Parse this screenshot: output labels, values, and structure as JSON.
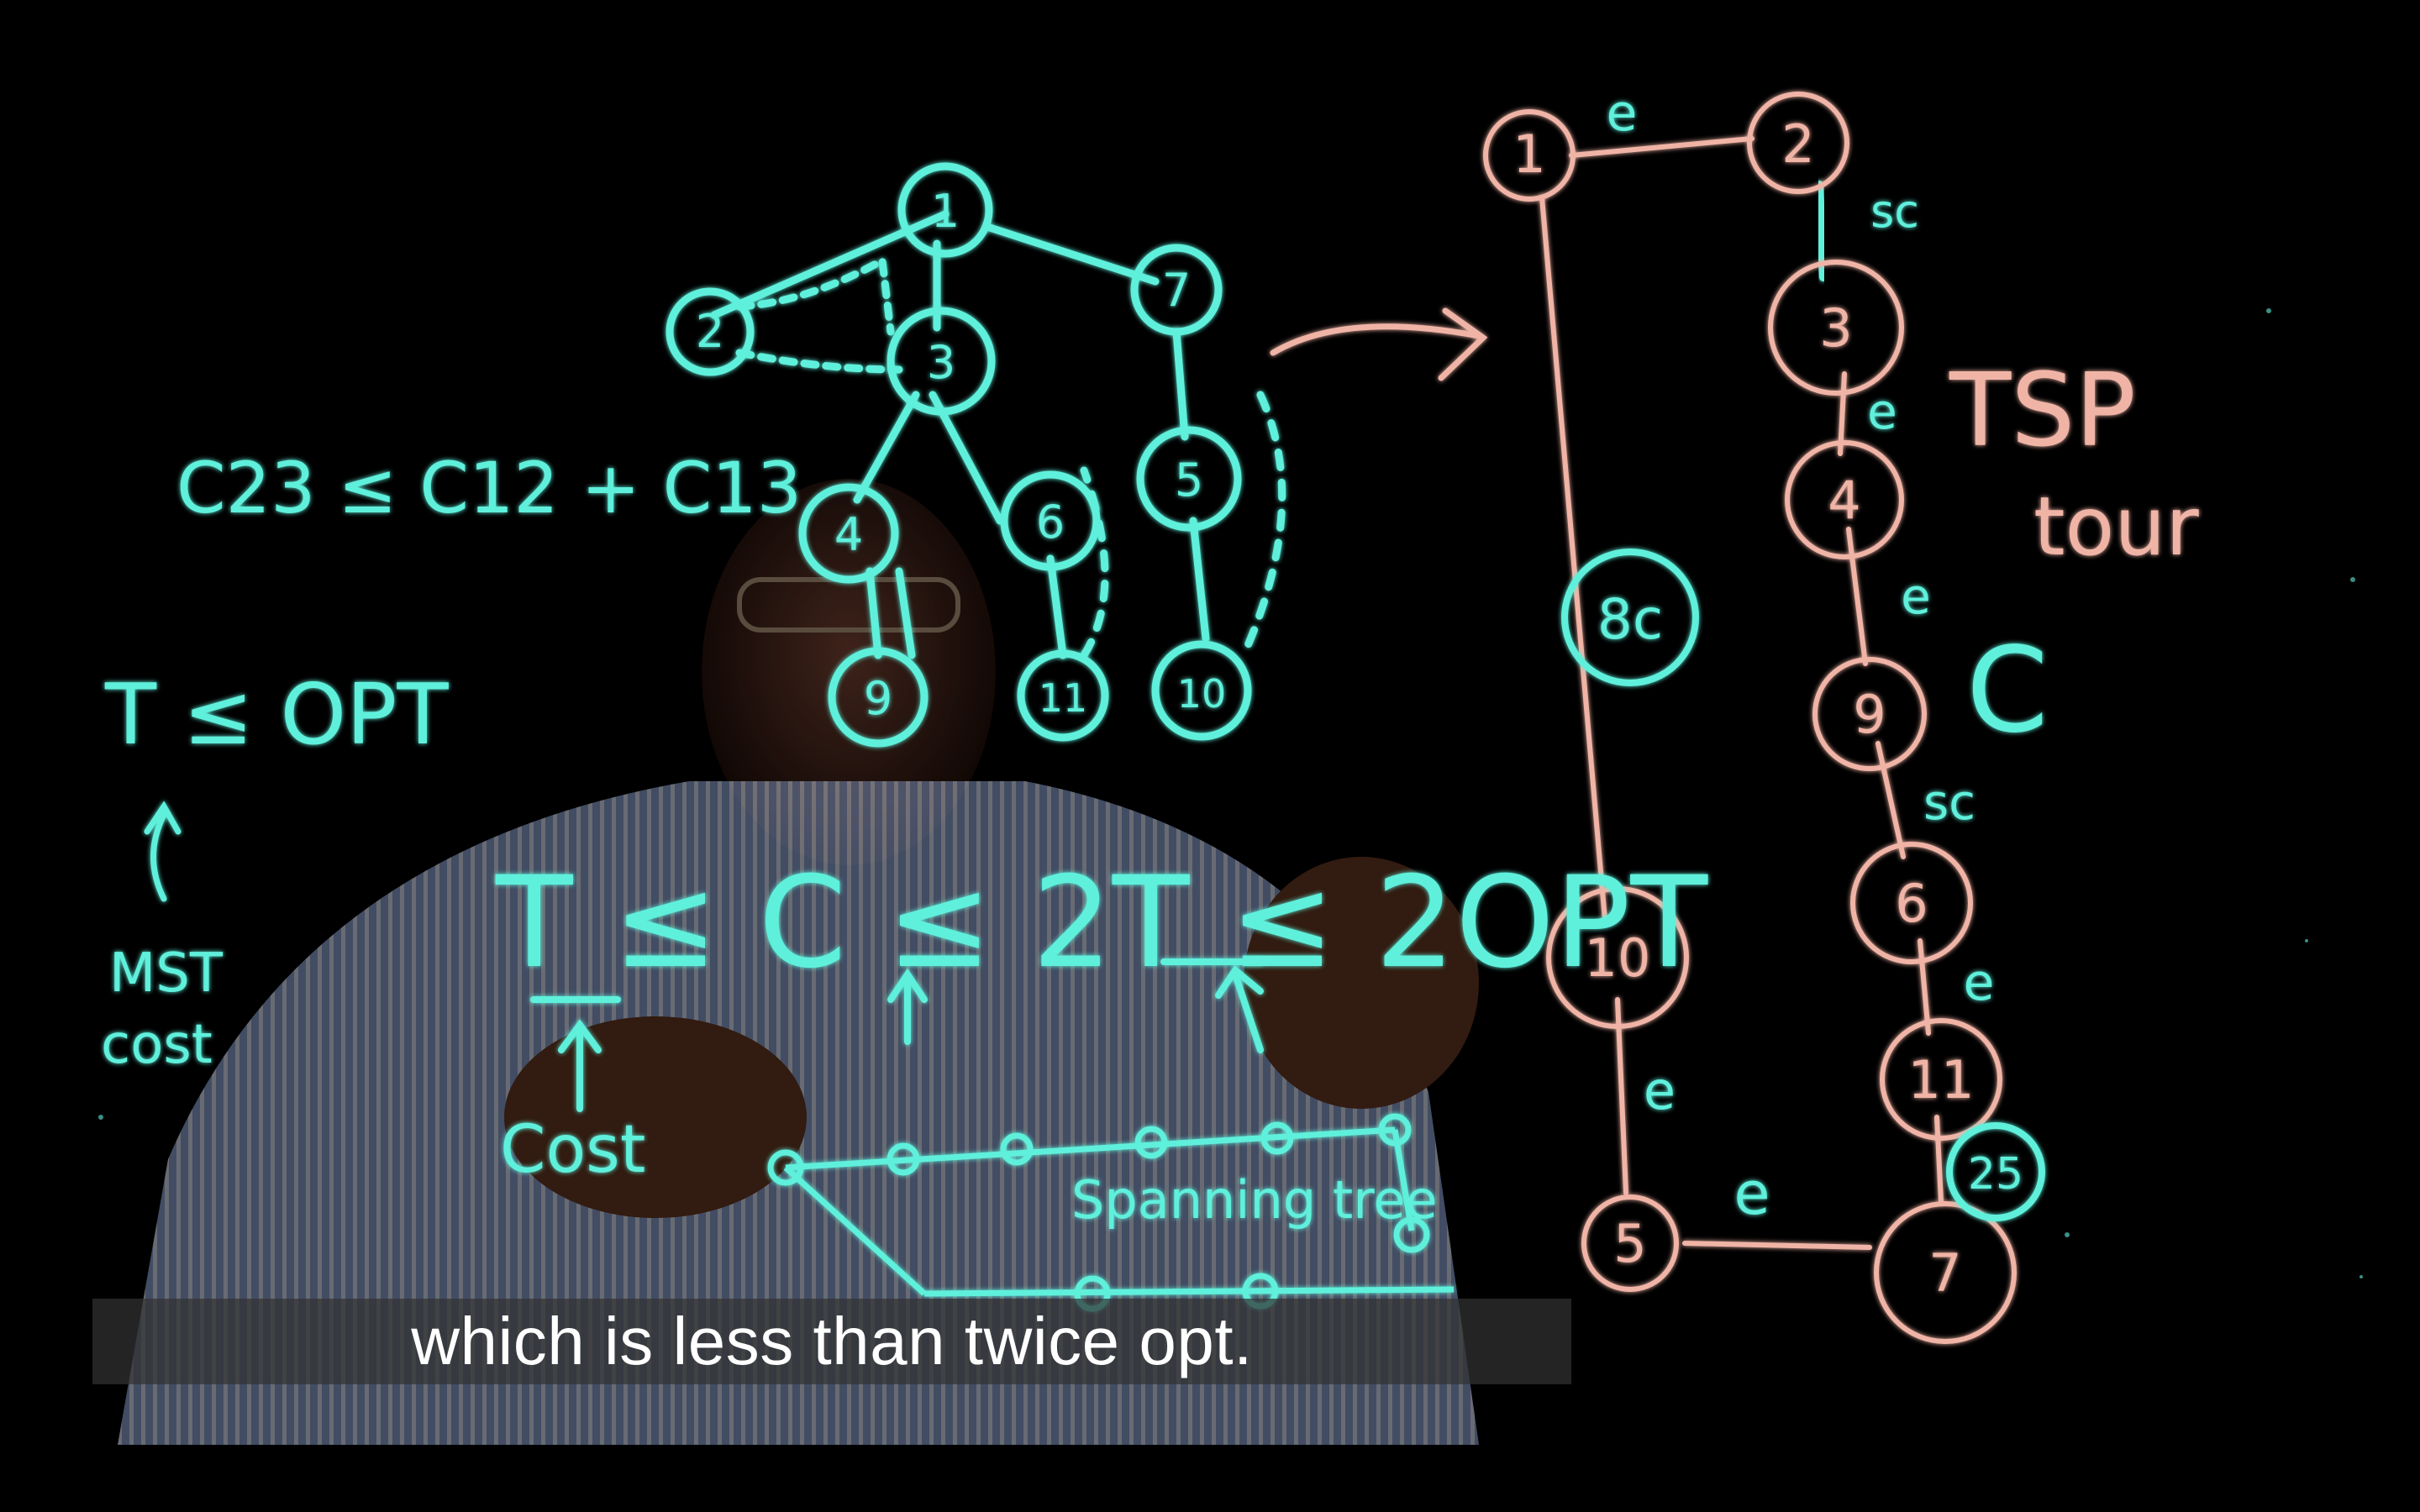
{
  "caption": "which is less than twice opt.",
  "colors": {
    "cyan_marker": "#5ff0dc",
    "pink_marker": "#f0b4a6",
    "background": "#000000",
    "shirt": "#8ea6d6"
  },
  "board": {
    "tree_nodes": [
      "1",
      "2",
      "3",
      "7",
      "4",
      "6",
      "5",
      "9",
      "11",
      "10"
    ],
    "tour_nodes": [
      "1",
      "2",
      "3",
      "4",
      "9",
      "6",
      "11",
      "7",
      "5",
      "10"
    ],
    "tour_side_labels": [
      "8c",
      "25"
    ],
    "tour_edge_labels": [
      "e",
      "sc",
      "e",
      "e",
      "sc",
      "e",
      "e",
      "e"
    ],
    "tour_title_1": "TSP",
    "tour_title_2": "tour",
    "tour_C": "C",
    "triangle_ineq": "C23 ≤ C12 + C13",
    "t_le_opt": "T ≤ OPT",
    "mst_label_1": "MST",
    "mst_label_2": "cost",
    "main_ineq": "T ≤ C ≤ 2T ≤ 2OPT",
    "cost_label": "Cost",
    "spanning_label": "Spanning tree"
  }
}
